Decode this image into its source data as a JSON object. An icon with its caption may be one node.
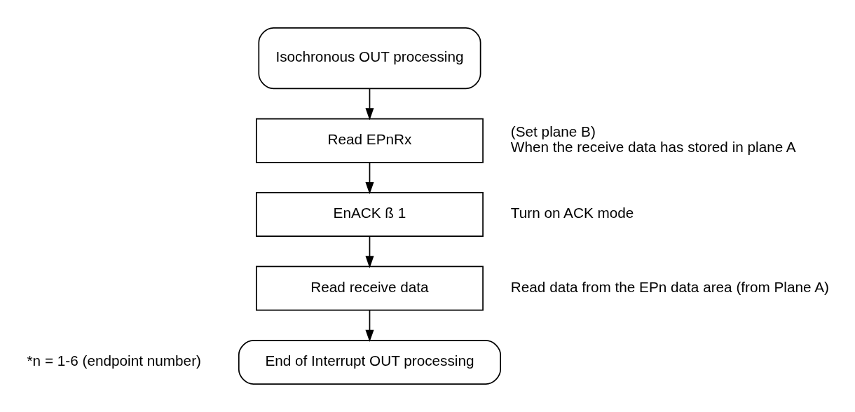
{
  "diagram": {
    "nodes": [
      {
        "text": [
          "Isochronous OUT processing"
        ]
      },
      {
        "text": [
          "Read EPnRx"
        ],
        "beside": [
          "(Set plane B)",
          "When the receive data has stored in plane A"
        ]
      },
      {
        "text": [
          "EnACK ß 1"
        ],
        "beside": [
          "Turn on ACK mode"
        ]
      },
      {
        "text": [
          "Read receive data"
        ],
        "beside": [
          "Read data from the EPn data area (from Plane A)"
        ]
      },
      {
        "text": [
          "End of Interrupt OUT processing"
        ]
      }
    ],
    "edges": [
      {
        "from": 0,
        "to": 1,
        "arrow": "to"
      },
      {
        "from": 1,
        "to": 2,
        "arrow": "to"
      },
      {
        "from": 2,
        "to": 3,
        "arrow": "to"
      },
      {
        "from": 3,
        "to": 4,
        "arrow": "to"
      }
    ],
    "labels": [
      "*n = 1-6 (endpoint number)"
    ]
  }
}
